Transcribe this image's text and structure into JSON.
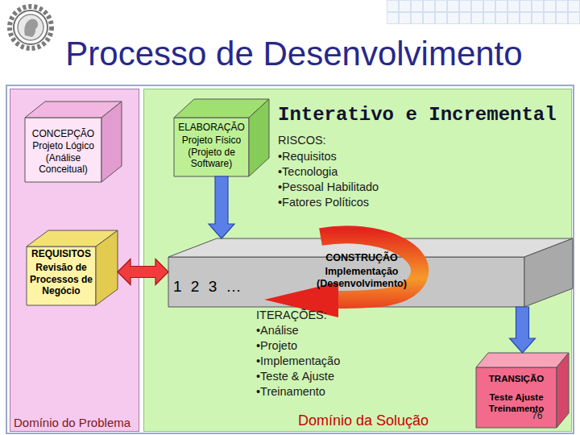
{
  "diagram": {
    "title": "Processo de Desenvolvimento",
    "nodes": [
      {
        "text": [
          "Domínio do Problema"
        ]
      },
      {
        "text": [
          "CONCEPÇÃO",
          "Projeto Lógico (Análise Conceitual)"
        ],
        "in": 0
      },
      {
        "text": [
          "REQUISITOS",
          "Revisão de Processos de Negócio"
        ],
        "in": 0
      },
      {
        "text": [
          "Domínio da Solução"
        ]
      },
      {
        "text": [
          "ELABORAÇÃO",
          "Projeto Físico (Projeto de Software)"
        ],
        "in": 3
      },
      {
        "text": [
          "CONSTRUÇÃO",
          "Implementação (Desenvolvimento)",
          "1 2 3 …"
        ],
        "in": 3
      },
      {
        "text": [
          "TRANSIÇÃO",
          "Teste Ajuste Treinamento"
        ],
        "in": 3
      }
    ],
    "edges": [
      {
        "from": 2,
        "to": 5,
        "arrow": "both"
      },
      {
        "from": 4,
        "to": 5,
        "arrow": "to"
      },
      {
        "from": 5,
        "to": 6,
        "arrow": "to"
      }
    ],
    "labels": [
      "Interativo e Incremental",
      "RISCOS:",
      "•Requisitos",
      "•Tecnologia",
      "•Pessoal Habilitado",
      "•Fatores Políticos",
      "ITERAÇÕES:",
      "•Análise",
      "•Projeto",
      "•Implementação",
      "•Teste & Ajuste",
      "•Treinamento",
      "76"
    ]
  }
}
